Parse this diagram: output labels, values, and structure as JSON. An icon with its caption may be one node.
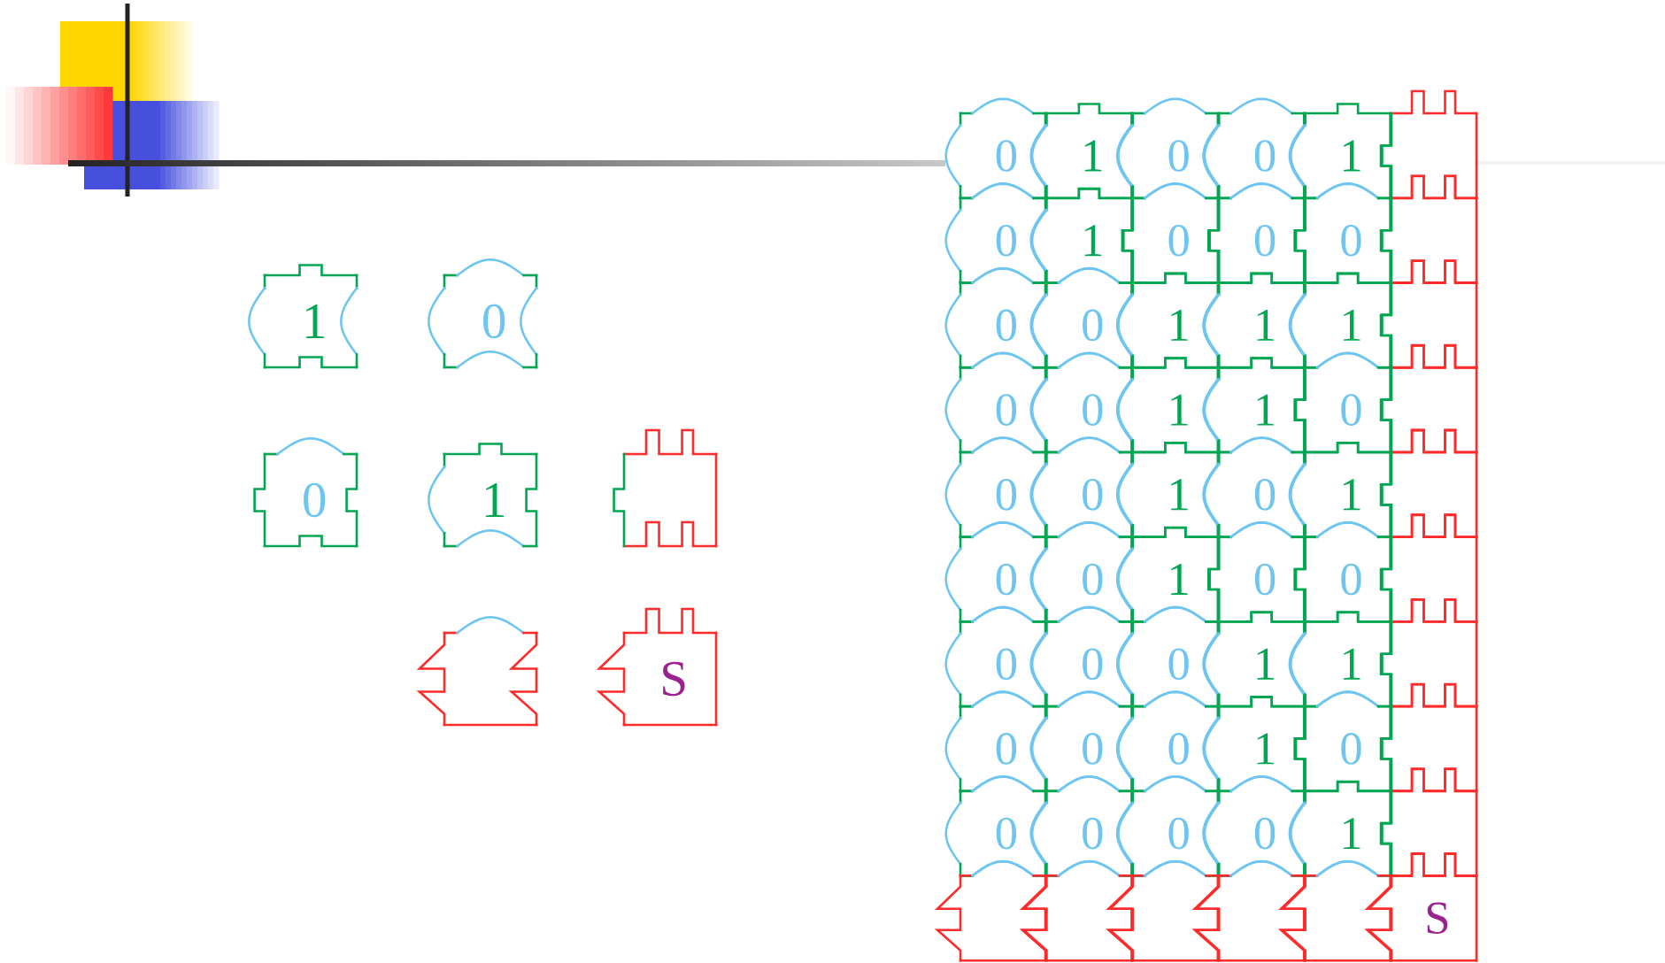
{
  "diagram": {
    "nodes": [
      {
        "text": [
          "1"
        ]
      },
      {
        "text": [
          "0"
        ]
      },
      {
        "text": [
          "0"
        ]
      },
      {
        "text": [
          "1"
        ]
      },
      {
        "text": [],
        "shape": "box"
      },
      {
        "text": [],
        "shape": "box"
      },
      {
        "text": [
          "S"
        ]
      },
      {
        "text": [
          "0"
        ]
      },
      {
        "text": [
          "1"
        ]
      },
      {
        "text": [
          "0"
        ]
      },
      {
        "text": [
          "0"
        ]
      },
      {
        "text": [
          "1"
        ]
      },
      {
        "text": [],
        "shape": "box"
      },
      {
        "text": [
          "0"
        ]
      },
      {
        "text": [
          "1"
        ]
      },
      {
        "text": [
          "0"
        ]
      },
      {
        "text": [
          "0"
        ]
      },
      {
        "text": [
          "0"
        ]
      },
      {
        "text": [],
        "shape": "box"
      },
      {
        "text": [
          "0"
        ]
      },
      {
        "text": [
          "0"
        ]
      },
      {
        "text": [
          "1"
        ]
      },
      {
        "text": [
          "1"
        ]
      },
      {
        "text": [
          "1"
        ]
      },
      {
        "text": [],
        "shape": "box"
      },
      {
        "text": [
          "0"
        ]
      },
      {
        "text": [
          "0"
        ]
      },
      {
        "text": [
          "1"
        ]
      },
      {
        "text": [
          "1"
        ]
      },
      {
        "text": [
          "0"
        ]
      },
      {
        "text": [],
        "shape": "box"
      },
      {
        "text": [
          "0"
        ]
      },
      {
        "text": [
          "0"
        ]
      },
      {
        "text": [
          "1"
        ]
      },
      {
        "text": [
          "0"
        ]
      },
      {
        "text": [
          "1"
        ]
      },
      {
        "text": [],
        "shape": "box"
      },
      {
        "text": [
          "0"
        ]
      },
      {
        "text": [
          "0"
        ]
      },
      {
        "text": [
          "1"
        ]
      },
      {
        "text": [
          "0"
        ]
      },
      {
        "text": [
          "0"
        ]
      },
      {
        "text": [],
        "shape": "box"
      },
      {
        "text": [
          "0"
        ]
      },
      {
        "text": [
          "0"
        ]
      },
      {
        "text": [
          "0"
        ]
      },
      {
        "text": [
          "1"
        ]
      },
      {
        "text": [
          "1"
        ]
      },
      {
        "text": [],
        "shape": "box"
      },
      {
        "text": [
          "0"
        ]
      },
      {
        "text": [
          "0"
        ]
      },
      {
        "text": [
          "0"
        ]
      },
      {
        "text": [
          "1"
        ]
      },
      {
        "text": [
          "0"
        ]
      },
      {
        "text": [],
        "shape": "box"
      },
      {
        "text": [
          "0"
        ]
      },
      {
        "text": [
          "0"
        ]
      },
      {
        "text": [
          "0"
        ]
      },
      {
        "text": [
          "0"
        ]
      },
      {
        "text": [
          "1"
        ]
      },
      {
        "text": [],
        "shape": "box"
      },
      {
        "text": [],
        "shape": "box"
      },
      {
        "text": [],
        "shape": "box"
      },
      {
        "text": [],
        "shape": "box"
      },
      {
        "text": [],
        "shape": "box"
      },
      {
        "text": [],
        "shape": "box"
      },
      {
        "text": [
          "S"
        ]
      }
    ]
  }
}
